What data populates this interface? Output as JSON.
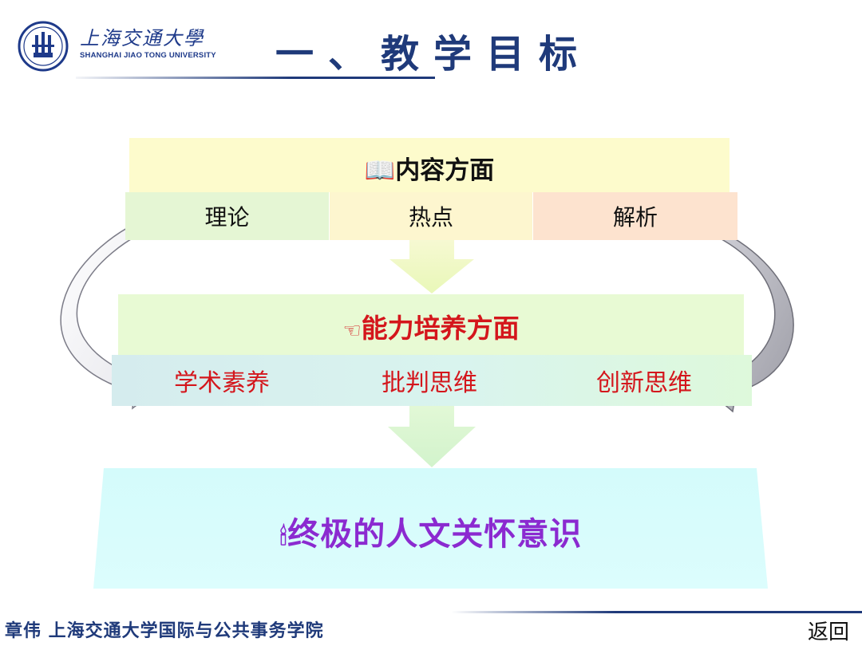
{
  "header": {
    "university_cn": "上海交通大學",
    "university_en": "SHANGHAI JIAO TONG UNIVERSITY",
    "title": "一、教学目标"
  },
  "content": {
    "icon": "book-icon",
    "title": "内容方面",
    "items": [
      {
        "label": "理论"
      },
      {
        "label": "热点"
      },
      {
        "label": "解析"
      }
    ]
  },
  "ability": {
    "icon": "pointing-hand-icon",
    "title": "能力培养方面",
    "items": [
      {
        "label": "学术素养"
      },
      {
        "label": "批判思维"
      },
      {
        "label": "创新思维"
      }
    ]
  },
  "goal": {
    "icon": "candle-icon",
    "title": "终极的人文关怀意识"
  },
  "footer": {
    "credit": "章伟  上海交通大学国际与公共事务学院",
    "back_label": "返回"
  },
  "colors": {
    "title_blue": "#1f3a7a",
    "ability_red": "#d4161c",
    "goal_purple": "#8b2ad0"
  }
}
